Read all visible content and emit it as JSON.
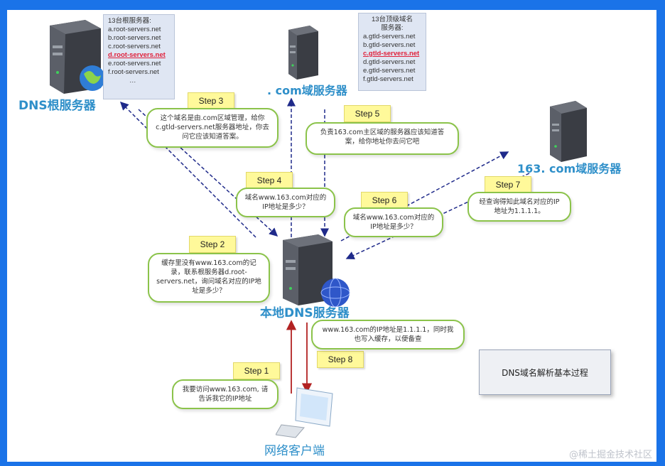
{
  "root_server": {
    "title": "DNS根服务器",
    "list": [
      "13台根服务器:",
      "a.root-servers.net",
      "b.root-servers.net",
      "c.root-servers.net",
      "d.root-servers.net",
      "e.root-servers.net",
      "f.root-servers.net",
      "…"
    ],
    "highlight_index": 4
  },
  "com_server": {
    "title": ". com域服务器",
    "list": [
      "13台顶级域名",
      "服务器:",
      "a.gtld-servers.net",
      "b.gtld-servers.net",
      "c.gtld-servers.net",
      "d.gtld-servers.net",
      "e.gtld-servers.net",
      "f.gtld-servers.net"
    ],
    "highlight_index": 4
  },
  "site_server": {
    "title": "163. com域服务器"
  },
  "local_server": {
    "title": "本地DNS服务器"
  },
  "client": {
    "title": "网络客户端"
  },
  "steps": {
    "s1": "Step 1",
    "s2": "Step 2",
    "s3": "Step 3",
    "s4": "Step 4",
    "s5": "Step 5",
    "s6": "Step 6",
    "s7": "Step 7",
    "s8": "Step 8"
  },
  "bubbles": {
    "b1": "我要访问www.163.com, 请告诉我它的IP地址",
    "b2": "缓存里没有www.163.com的记录，联系根服务器d.root-servers.net，询问域名对应的IP地址是多少？",
    "b3": "这个域名是由.com区域管理，给你c.gtld-servers.net服务器地址，你去问它应该知道答案。",
    "b4": "域名www.163.com对应的IP地址是多少？",
    "b5": "负责163.com主区域的服务器应该知道答案，给你地址你去问它吧",
    "b6": "域名www.163.com对应的IP地址是多少？",
    "b7": "经查询得知此域名对应的IP地址为1.1.1.1。",
    "b8": "www.163.com的IP地址是1.1.1.1，同时我也写入缓存，以便备查"
  },
  "caption": "DNS域名解析基本过程",
  "watermark": "@稀土掘金技术社区",
  "colors": {
    "frame": "#1a73e8",
    "title": "#2e8fc9",
    "dashed_arrow": "#1f2a8a",
    "client_arrow": "#b22222",
    "bubble_border": "#8bc34a",
    "step_bg": "#fff99a"
  }
}
